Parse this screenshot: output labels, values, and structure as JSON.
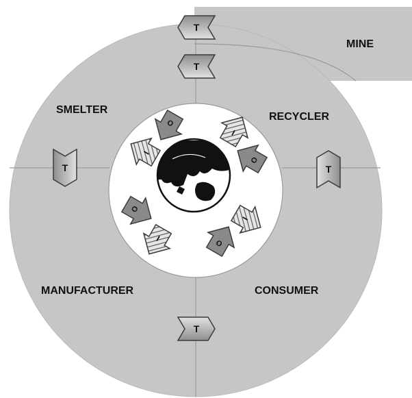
{
  "stages": {
    "mine": "MINE",
    "smelter": "SMELTER",
    "recycler": "RECYCLER",
    "manufacturer": "MANUFACTURER",
    "consumer": "CONSUMER"
  },
  "transport_marker": "T",
  "outflow_marker": "O",
  "inflow_marker": "I",
  "colors": {
    "ring": "#c6c6c6",
    "divider": "#9a9a9a",
    "token": "#bdbdbd",
    "globe_land": "#111111",
    "hatched_arrow": "#8a8a8a"
  },
  "icons": {
    "transport": "chevron-token-icon",
    "outflow": "solid-arrow-icon",
    "inflow": "hatched-arrow-icon",
    "center": "globe-icon"
  }
}
